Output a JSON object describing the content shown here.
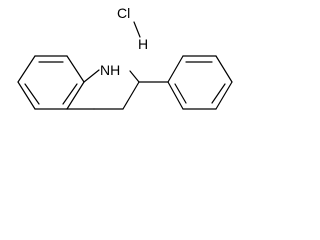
{
  "molecule": {
    "atoms": {
      "nh": "NH",
      "cl": "Cl",
      "h": "H"
    },
    "colors": {
      "bond": "#000000",
      "label": "#000000",
      "background": "#ffffff"
    }
  }
}
